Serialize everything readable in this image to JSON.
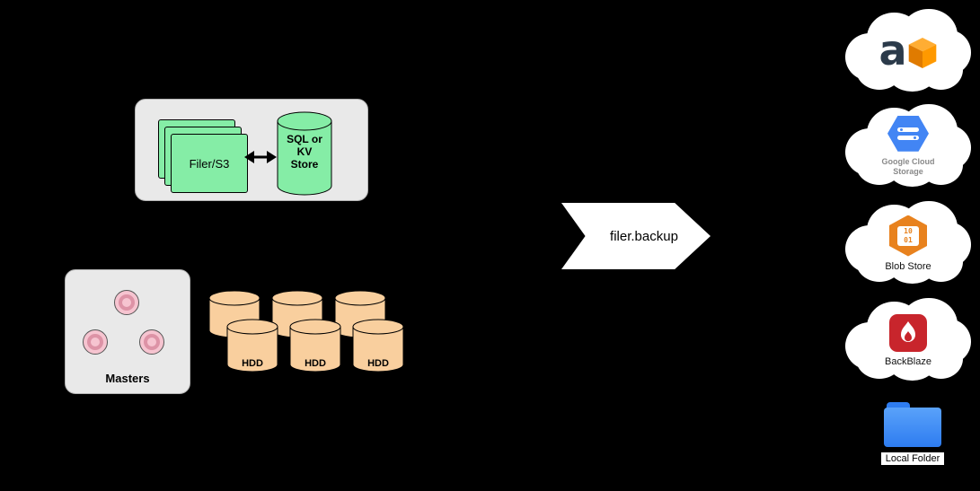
{
  "filer_group": {
    "filer_label": "Filer/S3",
    "store_label": "SQL or KV Store"
  },
  "masters": {
    "label": "Masters"
  },
  "volumes": {
    "hdd_labels": [
      "HDD",
      "HDD",
      "HDD"
    ]
  },
  "banner": {
    "label": "filer.backup"
  },
  "destinations": [
    {
      "name": "amazon-s3",
      "icon": "aws-logo-icon",
      "icon_text": "a",
      "label": ""
    },
    {
      "name": "google-cloud-storage",
      "icon": "gcs-hexagon-icon",
      "label": "Google Cloud Storage"
    },
    {
      "name": "azure-blob-store",
      "icon": "binary-hexagon-icon",
      "icon_lines": [
        "10",
        "01"
      ],
      "label": "Blob Store"
    },
    {
      "name": "backblaze",
      "icon": "flame-icon",
      "label": "BackBlaze"
    },
    {
      "name": "local-folder",
      "icon": "folder-icon",
      "label": "Local Folder"
    }
  ],
  "colors": {
    "background": "#000000",
    "panel_gray": "#E9E9E9",
    "filer_green": "#85EDA6",
    "hdd_tan": "#F9CF9E",
    "master_pink": "#F6C4D0",
    "master_ring": "#DD93A6",
    "banner_white": "#FFFFFF",
    "cloud_white": "#FFFFFF",
    "gcs_blue": "#4285F4",
    "blob_orange": "#E8821E",
    "backblaze_red": "#C8252C",
    "folder_blue": "#2E7CF0",
    "aws_orange": "#FF9900"
  }
}
